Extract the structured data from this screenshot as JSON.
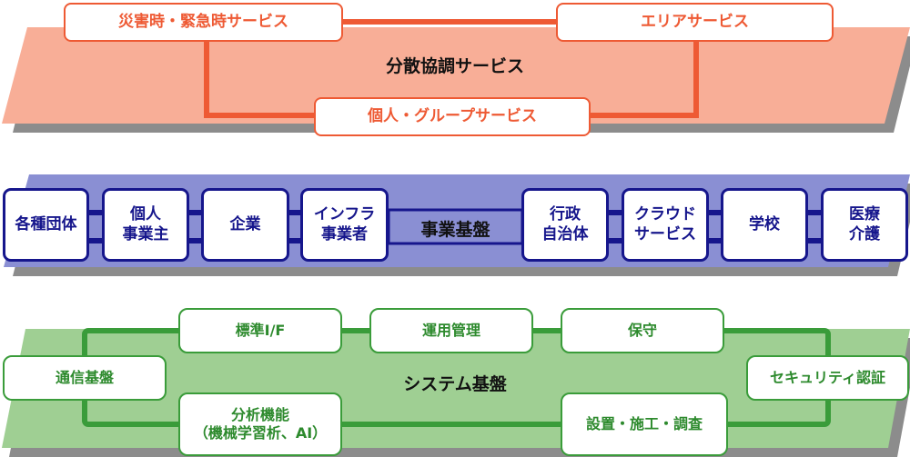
{
  "colors": {
    "orange_band": "#f8ae97",
    "orange_line": "#ee5a34",
    "blue_band": "#8a8fd3",
    "blue_line": "#16168c",
    "green_band": "#9fcf93",
    "green_line": "#3a9c3a",
    "shadow": "#8c8c8c"
  },
  "layers": {
    "top": {
      "title": "分散協調サービス",
      "items": [
        "災害時・緊急時サービス",
        "エリアサービス",
        "個人・グループサービス"
      ]
    },
    "middle": {
      "title": "事業基盤",
      "items": [
        "各種団体",
        "個人\n事業主",
        "企業",
        "インフラ\n事業者",
        "行政\n自治体",
        "クラウド\nサービス",
        "学校",
        "医療\n介護"
      ]
    },
    "bottom": {
      "title": "システム基盤",
      "items": [
        "標準I/F",
        "運用管理",
        "保守",
        "通信基盤",
        "セキュリティ認証",
        "分析機能\n（機械学習析、AI）",
        "設置・施工・調査"
      ]
    }
  }
}
